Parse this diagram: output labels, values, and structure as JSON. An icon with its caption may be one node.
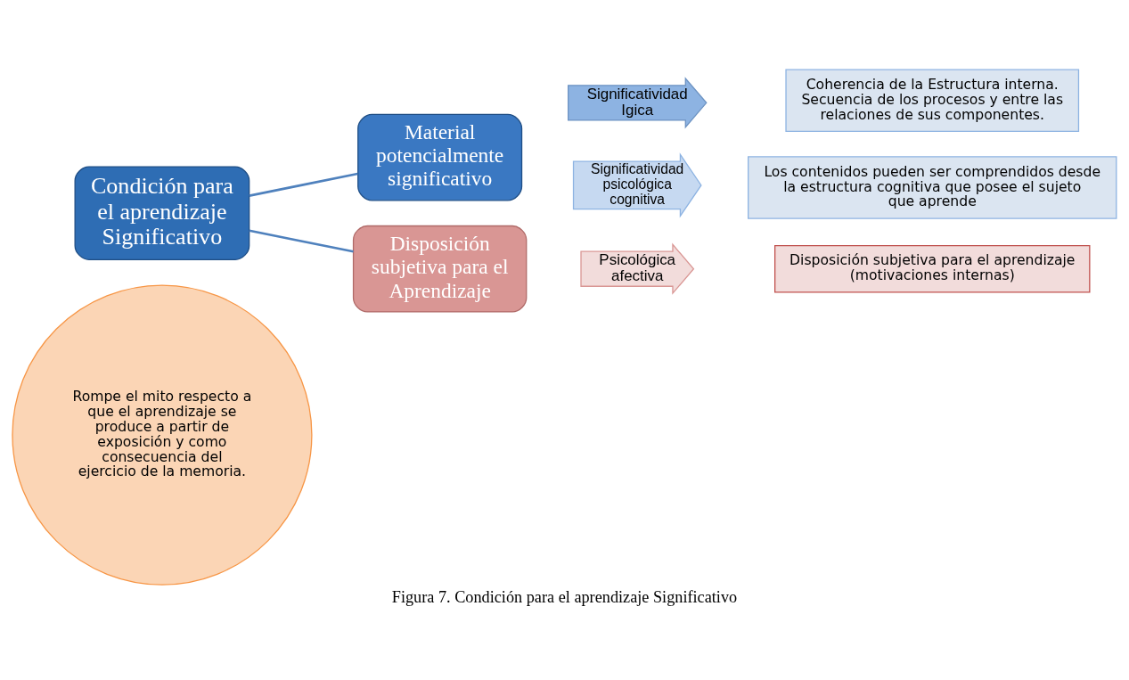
{
  "diagram": {
    "caption": "Figura 7. Condición para el aprendizaje Significativo",
    "nodes": [
      {
        "text": [
          "Condición para el aprendizaje Significativo"
        ]
      },
      {
        "text": [
          "Material potencialmente significativo"
        ]
      },
      {
        "text": [
          "Disposición subjetiva para el Aprendizaje"
        ]
      },
      {
        "text": [
          "Significatividad Igica"
        ]
      },
      {
        "text": [
          "Significatividad psicológica cognitiva"
        ]
      },
      {
        "text": [
          "Psicológica afectiva"
        ]
      },
      {
        "text": [
          "Coherencia de la Estructura interna. Secuencia de los procesos y entre las relaciones de sus componentes."
        ]
      },
      {
        "text": [
          "Los contenidos pueden ser comprendidos desde la estructura cognitiva que posee el sujeto que aprende"
        ]
      },
      {
        "text": [
          "Disposición subjetiva para el aprendizaje (motivaciones internas)"
        ]
      },
      {
        "text": [
          "Rompe el mito respecto a que el aprendizaje se produce a partir de exposición y como consecuencia del ejercicio de la memoria."
        ]
      }
    ],
    "edges": [
      {
        "from": 0,
        "to": 1,
        "arrow": "none"
      },
      {
        "from": 0,
        "to": 2,
        "arrow": "none"
      }
    ]
  }
}
